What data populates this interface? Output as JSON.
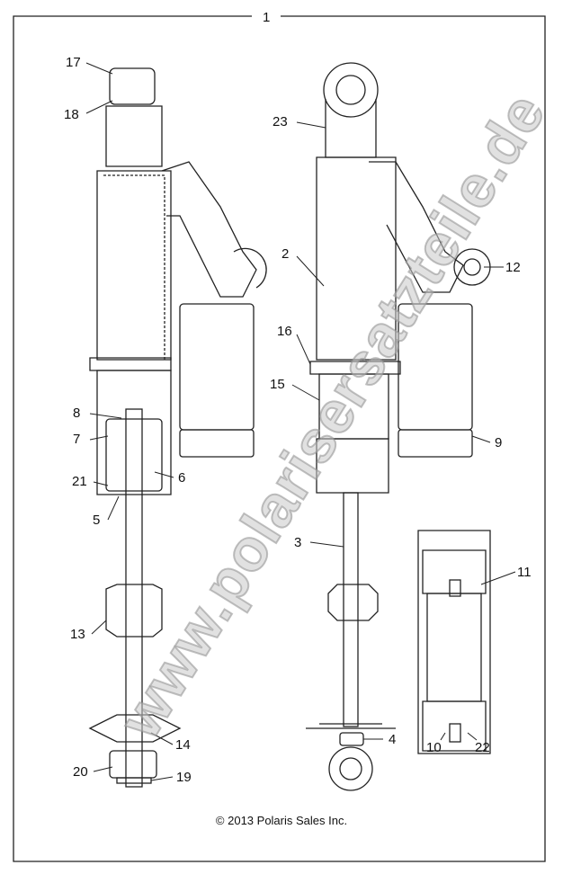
{
  "diagram": {
    "assembly_number": "1",
    "callouts": [
      "17",
      "18",
      "23",
      "2",
      "12",
      "16",
      "15",
      "8",
      "7",
      "9",
      "6",
      "21",
      "5",
      "3",
      "11",
      "13",
      "14",
      "4",
      "10",
      "22",
      "20",
      "19"
    ],
    "copyright": "© 2013 Polaris Sales Inc.",
    "watermark": "www.polarisersatzteile.de",
    "line_color": "#222222",
    "fill_color": "#ffffff"
  }
}
